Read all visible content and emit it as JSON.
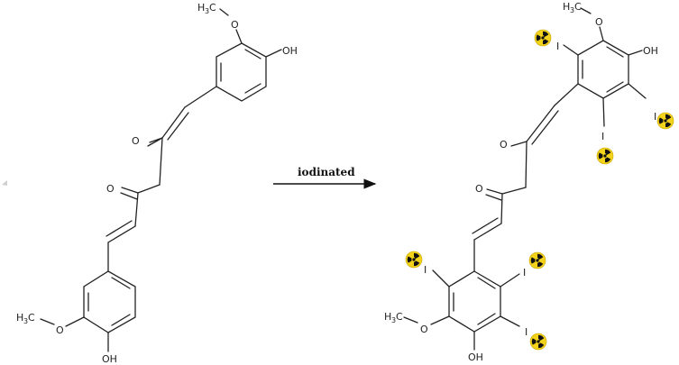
{
  "reaction": {
    "arrow_label": "iodinated"
  },
  "reactant": {
    "labels": {
      "methoxy_top_h": "H",
      "methoxy_top_3": "3",
      "methoxy_top_c": "C",
      "o_methoxy_top": "O",
      "oh_top": "OH",
      "o_carbonyl_1": "O",
      "o_carbonyl_2": "O",
      "methoxy_bottom_h": "H",
      "methoxy_bottom_3": "3",
      "methoxy_bottom_c": "C",
      "o_methoxy_bottom": "O",
      "oh_bottom": "OH"
    }
  },
  "product": {
    "labels": {
      "methoxy_top_h": "H",
      "methoxy_top_3": "3",
      "methoxy_top_c": "C",
      "o_methoxy_top": "O",
      "oh_top": "OH",
      "i_top_left": "I",
      "i_top_right": "I",
      "i_top_bottom": "I",
      "o_carbonyl_1": "O",
      "o_carbonyl_2": "O",
      "i_bottom_left": "I",
      "i_bottom_right_top": "I",
      "i_bottom_right_bottom": "I",
      "methoxy_bottom_h": "H",
      "methoxy_bottom_3": "3",
      "methoxy_bottom_c": "C",
      "o_methoxy_bottom": "O",
      "oh_bottom": "OH"
    },
    "radioactive_marker_color": "#f2d21b",
    "radioactive_marker_count": 6
  },
  "colors": {
    "bond": "#222222",
    "marker_fill": "#f2d21b",
    "marker_symbol": "#111111"
  },
  "icons": {
    "radioactive": "radiation-trefoil-icon",
    "arrow": "reaction-arrow-icon"
  }
}
